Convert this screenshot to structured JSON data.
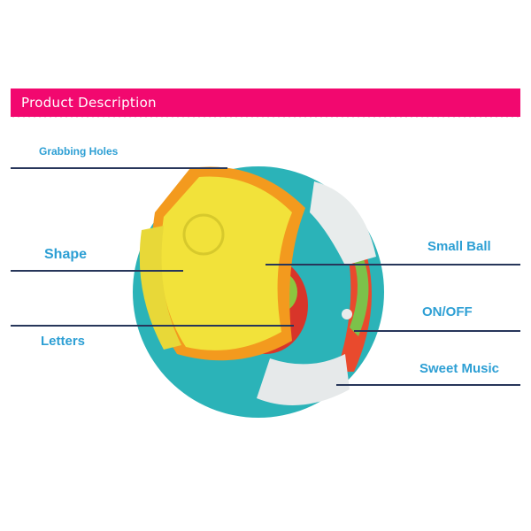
{
  "banner": {
    "title": "Product Description",
    "color": "#f2086f"
  },
  "labels": {
    "grabbing_holes": "Grabbing Holes",
    "shape": "Shape",
    "letters": "Letters",
    "small_ball": "Small Ball",
    "on_off": "ON/OFF",
    "sweet_music": "Sweet Music"
  },
  "label_color": "#2d9fd4"
}
